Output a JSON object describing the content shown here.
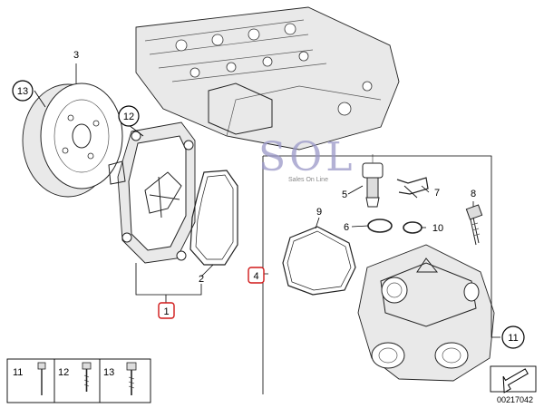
{
  "callouts": {
    "c1": "1",
    "c2": "2",
    "c3": "3",
    "c4": "4",
    "c5": "5",
    "c6": "6",
    "c7": "7",
    "c8": "8",
    "c9": "9",
    "c10": "10",
    "c11": "11",
    "c11b": "11",
    "c12": "12",
    "c13": "13"
  },
  "legend": {
    "items": [
      {
        "label": "11"
      },
      {
        "label": "12"
      },
      {
        "label": "13"
      }
    ]
  },
  "watermark": {
    "brand": "SOL",
    "tagline": "Sales On Line"
  },
  "diagram_id": "00217042",
  "colors": {
    "highlight_box": "#d01818",
    "watermark": "#9a98c8"
  }
}
